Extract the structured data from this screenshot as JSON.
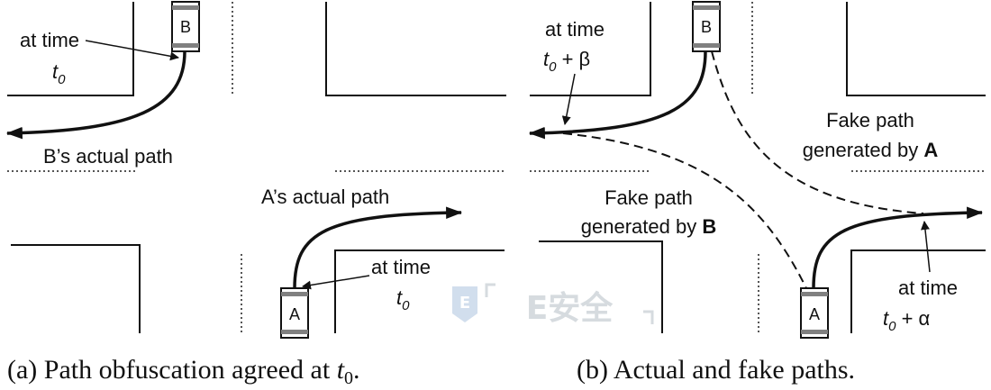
{
  "panel_a": {
    "caption_prefix": "(a) Path obfuscation agreed at ",
    "caption_time": "t",
    "caption_time_sub": "0",
    "caption_suffix": ".",
    "label_at_time_b": "at time",
    "label_time_b": "t",
    "label_time_b_sub": "0",
    "label_b_path": "B’s actual path",
    "label_a_path": "A’s actual path",
    "label_at_time_a": "at time",
    "label_time_a": "t",
    "label_time_a_sub": "0",
    "car_b": "B",
    "car_a": "A"
  },
  "panel_b": {
    "caption": "(b) Actual and fake paths.",
    "label_at_time_b": "at time",
    "label_time_b_t": "t",
    "label_time_b_sub": "0",
    "label_time_b_rest": " + β",
    "label_fake_a_1": "Fake path",
    "label_fake_a_2": "generated by ",
    "label_fake_a_bold": "A",
    "label_fake_b_1": "Fake path",
    "label_fake_b_2": "generated by ",
    "label_fake_b_bold": "B",
    "label_at_time_a": "at time",
    "label_time_a_t": "t",
    "label_time_a_sub": "0",
    "label_time_a_rest": " + α",
    "car_b": "B",
    "car_a": "A"
  },
  "watermark": {
    "icon_letter": "E",
    "text": "E安全"
  },
  "colors": {
    "line": "#111111",
    "car_stripe": "#808080",
    "watermark": "#cfd5da"
  }
}
